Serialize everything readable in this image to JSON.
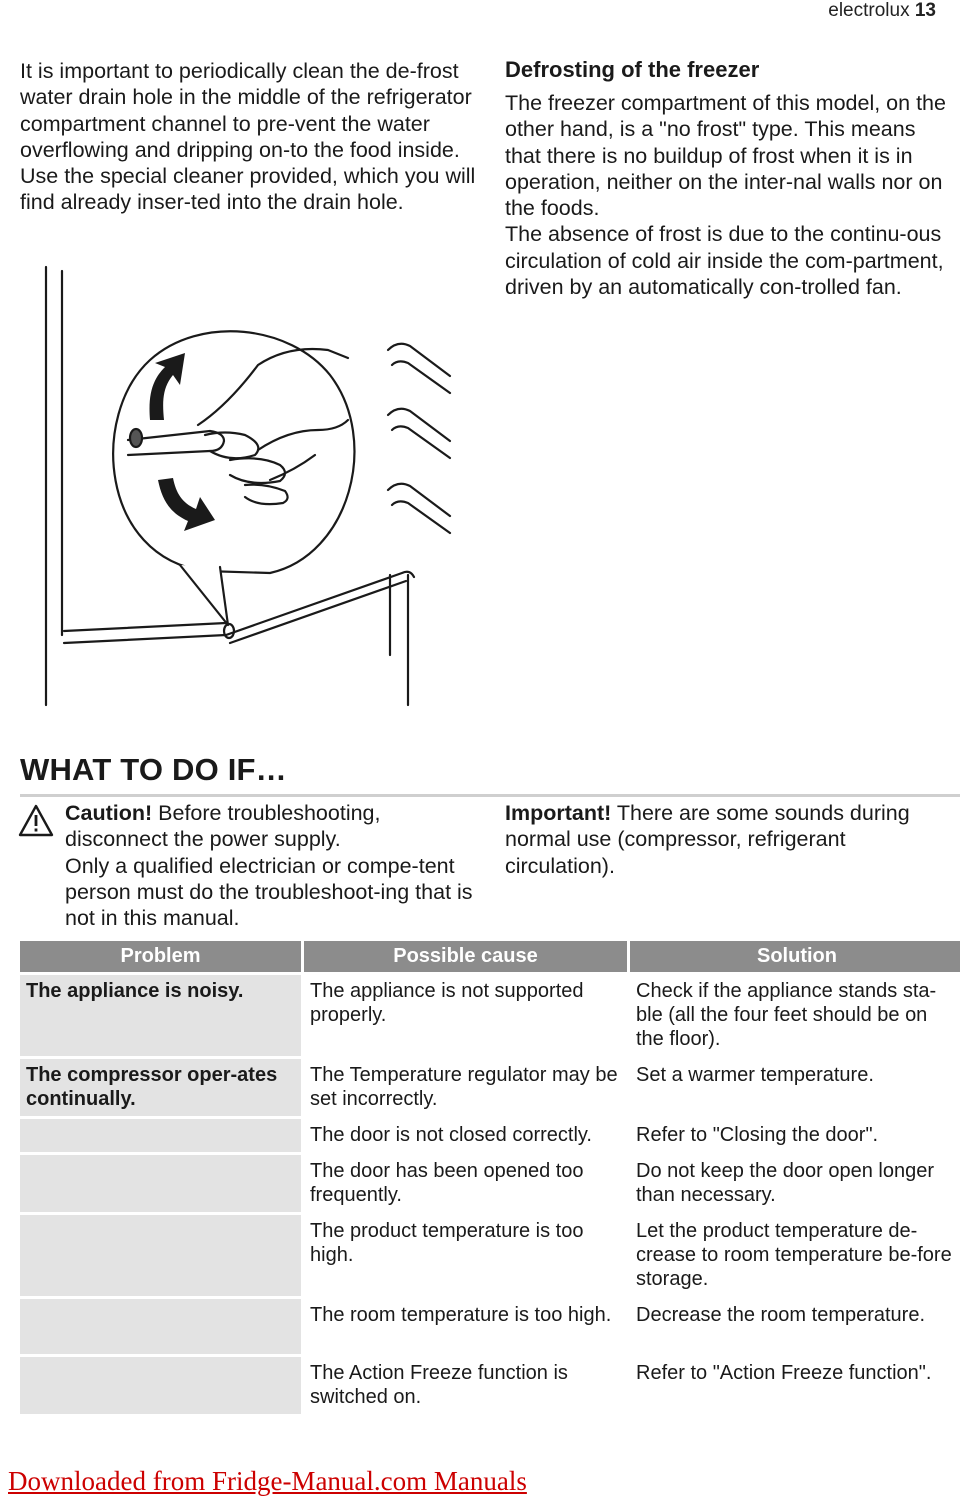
{
  "header": {
    "brand": "electrolux",
    "page_number": "13"
  },
  "intro": {
    "text": "It is important to periodically clean the de-frost water drain hole in the middle of the refrigerator compartment channel to pre-vent the water overflowing and dripping on-to the food inside. Use the special cleaner provided, which you will find already inser-ted into the drain hole."
  },
  "defrost": {
    "title": "Defrosting of the freezer",
    "p1": "The freezer compartment of this model, on the other hand, is a \"no frost\" type. This means that there is no buildup of frost when it is in operation, neither on the inter-nal walls nor on the foods.",
    "p2": "The absence of frost is due to the continu-ous circulation of cold air inside the com-partment, driven by an automatically con-trolled fan."
  },
  "section": {
    "title": "WHAT TO DO IF…"
  },
  "caution": {
    "label": "Caution!",
    "text1": " Before troubleshooting, disconnect the power supply.",
    "text2": "Only a qualified electrician or compe-tent person must do the troubleshoot-ing that is not in this manual."
  },
  "important": {
    "label": "Important!",
    "text": " There are some sounds during normal use (compressor, refrigerant circulation)."
  },
  "table": {
    "headers": [
      "Problem",
      "Possible cause",
      "Solution"
    ],
    "rows": [
      {
        "problem": "The appliance is noisy.",
        "cause": "The appliance is not supported properly.",
        "solution": "Check if the appliance stands sta-ble (all the four feet should be on the floor)."
      },
      {
        "problem": "The compressor oper-ates continually.",
        "cause": "The Temperature regulator may be set incorrectly.",
        "solution": "Set a warmer temperature."
      },
      {
        "problem": "",
        "cause": "The door is not closed correctly.",
        "solution": "Refer to \"Closing the door\"."
      },
      {
        "problem": "",
        "cause": "The door has been opened too frequently.",
        "solution": "Do not keep the door open longer than necessary."
      },
      {
        "problem": "",
        "cause": "The product temperature is too high.",
        "solution": "Let the product temperature de-crease to room temperature be-fore storage."
      },
      {
        "problem": "",
        "cause": "The room temperature is too high.",
        "solution": "Decrease the room temperature."
      },
      {
        "problem": "",
        "cause": "The Action Freeze function is switched on.",
        "solution": "Refer to \"Action Freeze function\"."
      }
    ]
  },
  "footer": {
    "link_text": "Downloaded from Fridge-Manual.com Manuals"
  },
  "icons": {
    "caution": "warning-triangle-icon"
  }
}
